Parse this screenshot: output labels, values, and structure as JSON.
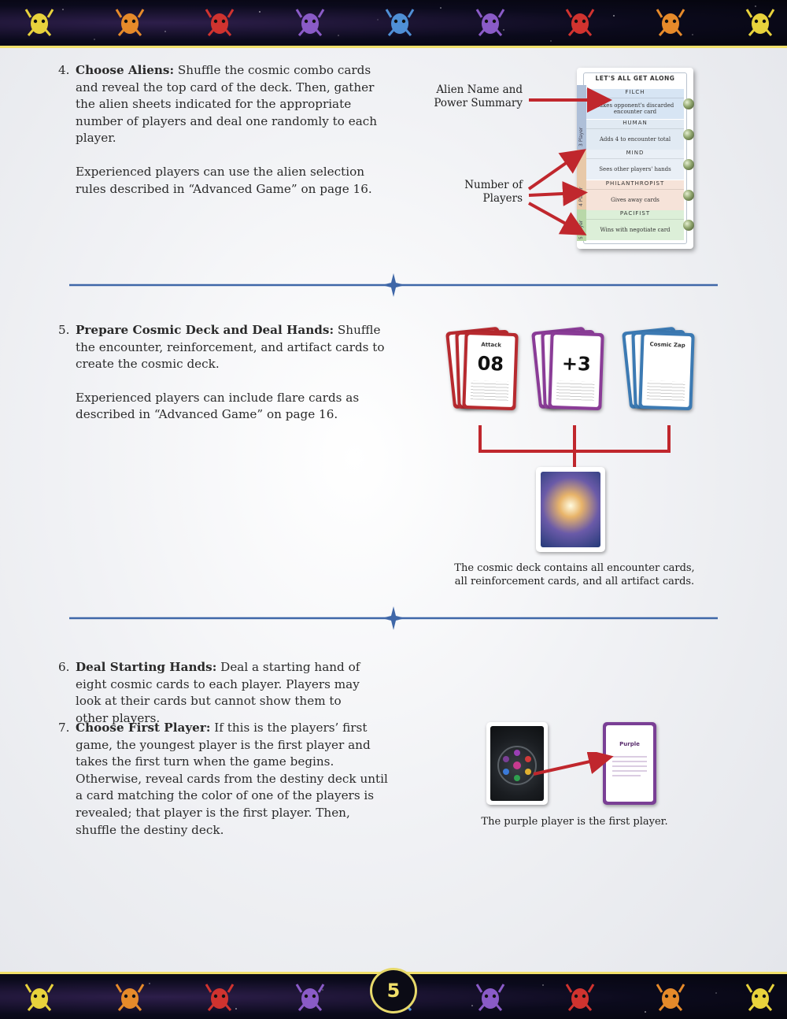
{
  "header": {
    "icons": [
      "yellow-tentacle-alien-icon",
      "orange-horned-alien-icon",
      "red-winged-alien-icon",
      "purple-antlered-alien-icon",
      "blue-horned-alien-icon",
      "purple-tentacle-alien-icon",
      "red-winged-alien-icon",
      "orange-alien-icon",
      "yellow-alien-icon"
    ]
  },
  "footer": {
    "page_number": "5",
    "icons": [
      "yellow-alien-icon",
      "orange-alien-icon",
      "red-winged-alien-icon",
      "purple-tentacle-alien-icon",
      "blue-horned-alien-icon",
      "purple-antlered-alien-icon",
      "red-winged-alien-icon",
      "orange-horned-alien-icon",
      "yellow-tentacle-alien-icon"
    ]
  },
  "step4": {
    "number": "4.",
    "heading": "Choose Aliens:",
    "text1": "Shuffle the cosmic combo cards and reveal the top card of the deck. Then, gather the alien sheets indicated for the appropriate number of players and deal one randomly to each player.",
    "text2": "Experienced players can use the alien selection rules described in “Advanced Game” on page 16.",
    "callout_name": "Alien Name and Power Summary",
    "callout_players": "Number of Players",
    "combo_card": {
      "title": "Let's All Get Along",
      "rows": [
        {
          "name": "Filch",
          "power": "Takes opponent's discarded encounter card",
          "color": "#d7e5f4"
        },
        {
          "name": "Human",
          "power": "Adds 4 to encounter total",
          "color": "#e1eaf3"
        },
        {
          "name": "Mind",
          "power": "Sees other players' hands",
          "color": "#e9eff6"
        },
        {
          "name": "Philanthropist",
          "power": "Gives away cards",
          "color": "#f6e3d9"
        },
        {
          "name": "Pacifist",
          "power": "Wins with negotiate card",
          "color": "#dcefd8"
        }
      ],
      "tabs": [
        "3 Player",
        "4 Player",
        "5 Player"
      ]
    }
  },
  "step5": {
    "number": "5.",
    "heading": "Prepare Cosmic Deck and Deal Hands:",
    "text1": "Shuffle the encounter, reinforcement, and artifact cards to create the cosmic deck.",
    "text2": "Experienced players can include flare cards as described in “Advanced Game” on page 16.",
    "caption": "The cosmic deck contains all encounter cards, all reinforcement cards, and all artifact cards.",
    "cards": [
      {
        "value": "08",
        "label": "Attack",
        "color": "#b72a2f"
      },
      {
        "value": "+3",
        "label": "",
        "color": "#8a3c97"
      },
      {
        "value": "",
        "label": "Cosmic Zap",
        "color": "#3c7ab3"
      }
    ]
  },
  "step6": {
    "number": "6.",
    "heading": "Deal Starting Hands:",
    "text": "Deal a starting hand of eight cosmic cards to each player. Players may look at their cards but cannot show them to other players."
  },
  "step7": {
    "number": "7.",
    "heading": "Choose First Player:",
    "text": "If this is the players’ first game, the youngest player is the first player and takes the first turn when the game begins. Otherwise, reveal cards from the destiny deck until a card matching the color of one of the players is revealed; that player is the first player. Then, shuffle the destiny deck.",
    "caption": "The purple player is the first player.",
    "destiny_card": {
      "label": "Purple",
      "color": "#7a3f95"
    }
  },
  "colors": {
    "accent_yellow": "#f1e06a",
    "divider_blue": "#3f67a8",
    "arrow_red": "#c0272d"
  }
}
